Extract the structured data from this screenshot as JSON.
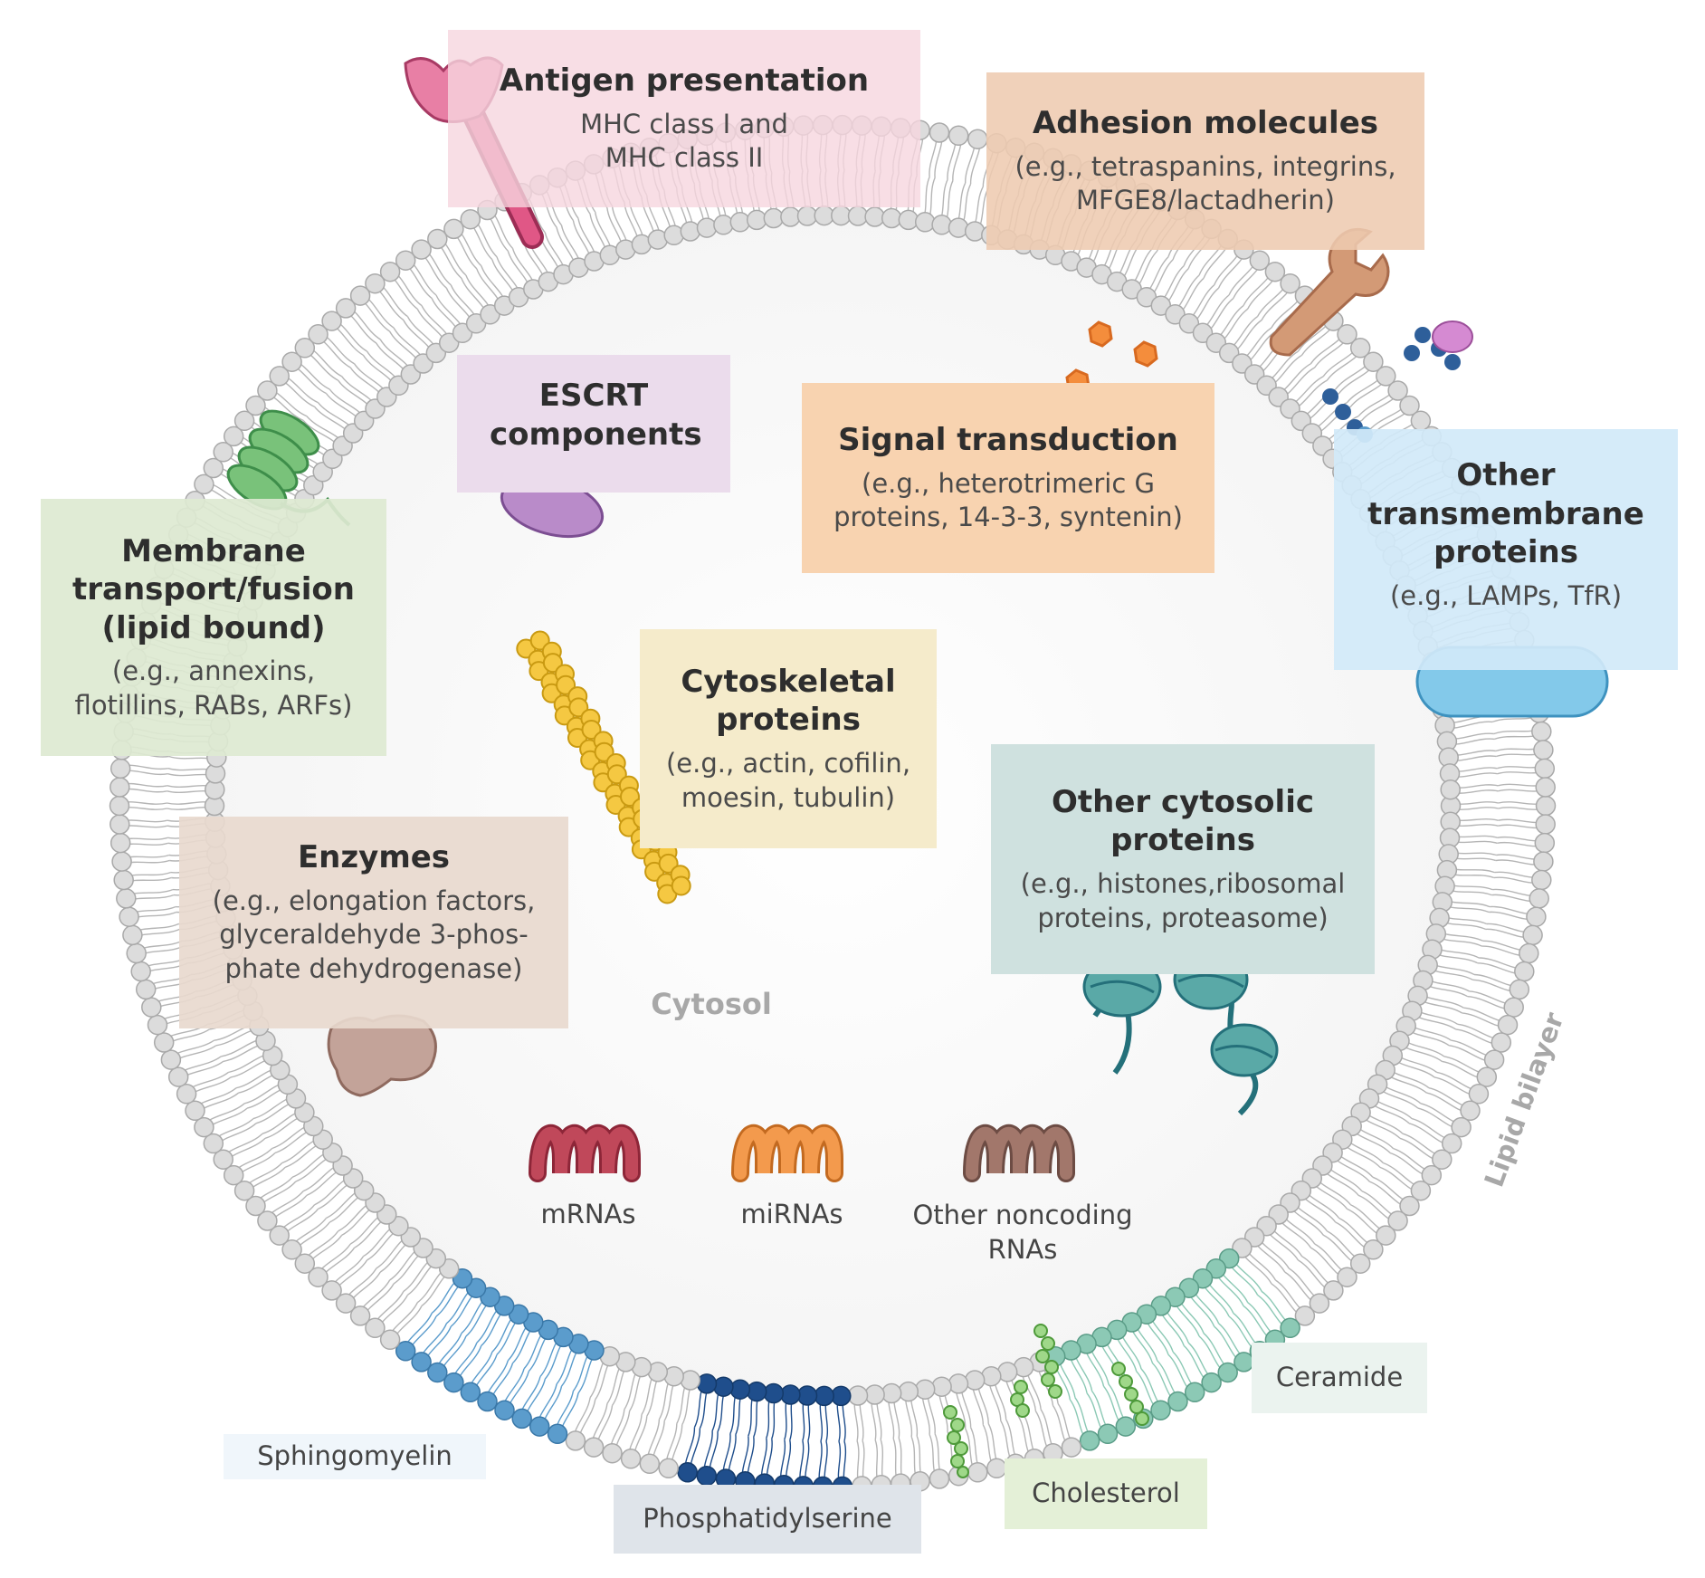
{
  "boxes": {
    "antigen": {
      "title": "Antigen presentation",
      "subtitle": "MHC class I and MHC class II"
    },
    "adhesion": {
      "title": "Adhesion molecules",
      "subtitle": "(e.g., tetraspanins, integrins, MFGE8/lactadherin)"
    },
    "escrt": {
      "title": "ESCRT components"
    },
    "signal": {
      "title": "Signal transduction",
      "subtitle": "(e.g., heterotrimeric G proteins, 14-3-3, syntenin)"
    },
    "membrane": {
      "title": "Membrane transport/fusion (lipid bound)",
      "subtitle": "(e.g., annexins, flotillins, RABs, ARFs)"
    },
    "other_tm": {
      "title": "Other transmembrane proteins",
      "subtitle": "(e.g., LAMPs, TfR)"
    },
    "cytoskeletal": {
      "title": "Cytoskeletal proteins",
      "subtitle": "(e.g., actin, cofilin, moesin, tubulin)"
    },
    "other_cyto": {
      "title": "Other cytosolic proteins",
      "subtitle": "(e.g., histones,ribosomal proteins, proteasome)"
    },
    "enzymes": {
      "title": "Enzymes",
      "subtitle": "(e.g., elongation factors, glyceraldehyde 3-phos-phate dehydrogenase)"
    }
  },
  "rna": {
    "mrna": "mRNAs",
    "mirna": "miRNAs",
    "noncoding": "Other noncoding RNAs"
  },
  "lipids": {
    "sphingomyelin": "Sphingomyelin",
    "phosphatidylserine": "Phosphatidylserine",
    "cholesterol": "Cholesterol",
    "ceramide": "Ceramide"
  },
  "regions": {
    "cytosol": "Cytosol",
    "bilayer": "Lipid bilayer"
  },
  "colors": {
    "membrane_head": "#dcdcdc",
    "sphingomyelin": "#5b9ccc",
    "phosphatidylserine": "#1f4e8c",
    "ceramide": "#8cc9b5",
    "cholesterol": "#6cbf4f",
    "mrna": "#c0485a",
    "mirna": "#f39a4d",
    "noncoding": "#a2776b"
  }
}
